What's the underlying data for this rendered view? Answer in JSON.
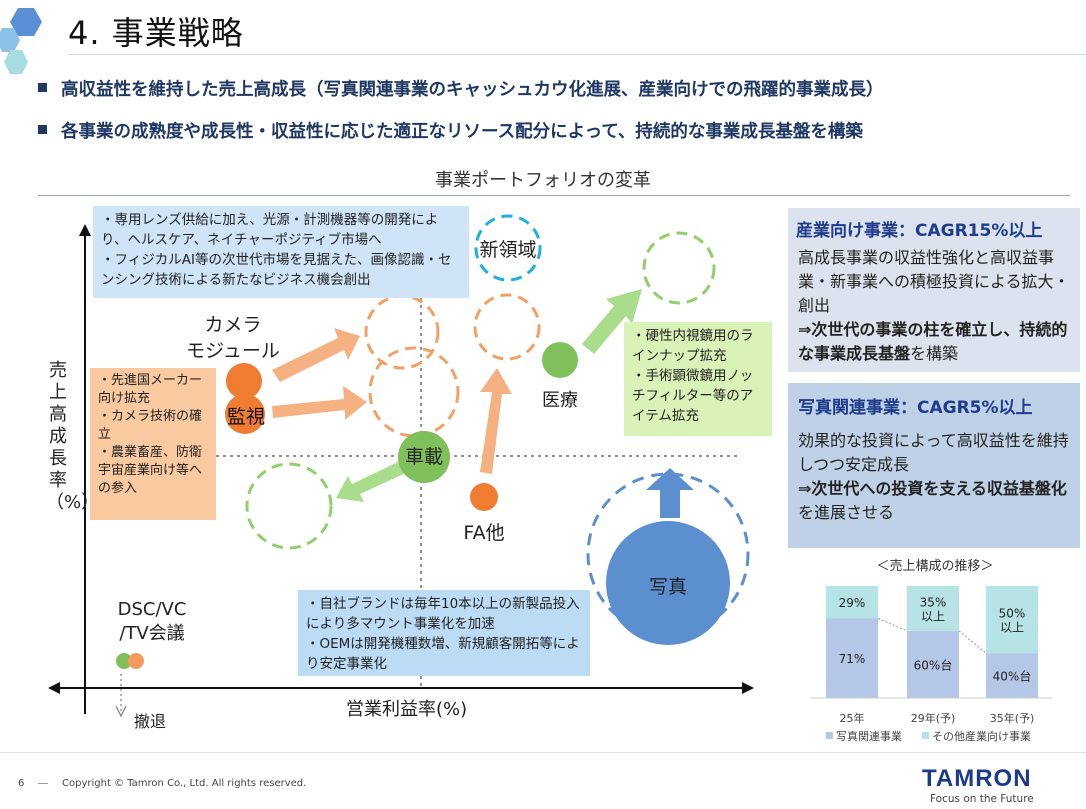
{
  "header": {
    "page_title": "4.  事業戦略",
    "bullets": [
      "高収益性を維持した売上高成長（写真関連事業のキャッシュカウ化進展、産業向けでの飛躍的事業成長）",
      "各事業の成熟度や成長性・収益性に応じた適正なリソース配分によって、持続的な事業成長基盤を構築"
    ]
  },
  "portfolio": {
    "title": "事業ポートフォリオの変革",
    "y_axis_label": "売上高成長率（%）",
    "x_axis_label": "営業利益率(%)",
    "withdraw_label": "撤退",
    "nodes": {
      "camera_module": "カメラ\nモジュール",
      "surveillance": "監視",
      "automotive": "車載",
      "fa": "FA他",
      "medical": "医療",
      "photo": "写真",
      "new_domain": "新領域",
      "dsc": "DSC/VC\n/TV会議"
    },
    "boxes": {
      "top_blue": [
        "・専用レンズ供給に加え、光源・計測機器等の開発により、ヘルスケア、ネイチャーポジティブ市場へ",
        "・フィジカルAI等の次世代市場を見据えた、画像認識・センシング技術による新たなビジネス機会創出"
      ],
      "orange": [
        "・先進国メーカー向け拡充",
        "・カメラ技術の確立",
        "・農業畜産、防衛宇宙産業向け等への参入"
      ],
      "green": [
        "・硬性内視鏡用のラインナップ拡充",
        "・手術顕微鏡用ノッチフィルター等のアイテム拡充"
      ],
      "bottom_blue": [
        "・自社ブランドは毎年10本以上の新製品投入により多マウント事業化を加速",
        "・OEMは開発機種数増、新規顧客開拓等により安定事業化"
      ]
    }
  },
  "right_panel": {
    "industrial": {
      "head": "産業向け事業：CAGR15%以上",
      "body": "高成長事業の収益性強化と高収益事業・新事業への積極投資による拡大・創出",
      "emph": "⇒次世代の事業の柱を確立し、持続的な事業成長基盤",
      "tail": "を構築"
    },
    "photo": {
      "head": "写真関連事業：CAGR5%以上",
      "body": "効果的な投資によって高収益性を維持しつつ安定成長",
      "emph": "⇒次世代への投資を支える収益基盤化",
      "tail": "を進展させる"
    }
  },
  "chart_data": {
    "type": "bar",
    "title": "＜売上構成の推移＞",
    "stacked": true,
    "categories": [
      "25年",
      "29年(予)",
      "35年(予)"
    ],
    "series": [
      {
        "name": "写真関連事業",
        "values": [
          71,
          60,
          40
        ],
        "labels": [
          "71%",
          "60%台",
          "40%台"
        ],
        "color": "#b4c7e7"
      },
      {
        "name": "その他産業向け事業",
        "values": [
          29,
          40,
          60
        ],
        "labels": [
          "29%",
          "35%\n以上",
          "50%\n以上"
        ],
        "color": "#b6e3e3"
      }
    ],
    "ylim": [
      0,
      100
    ]
  },
  "footer": {
    "page_number": "6",
    "copyright": "Copyright © Tamron Co., Ltd. All rights reserved.",
    "logo": "TAMRON",
    "tagline": "Focus on the Future"
  }
}
